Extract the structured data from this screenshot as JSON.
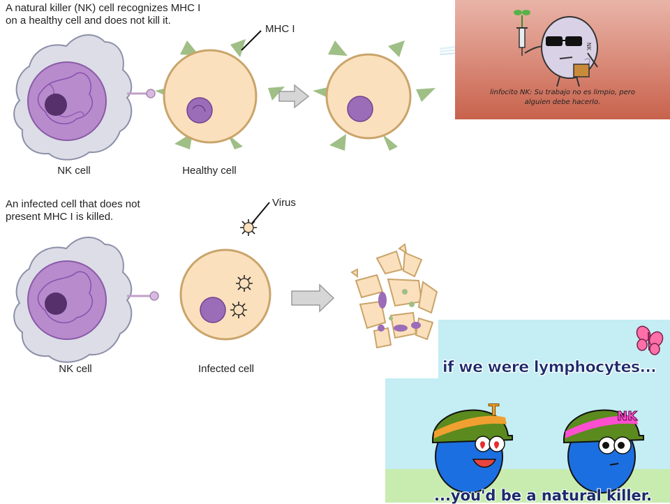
{
  "diagram": {
    "top_text_line1": "A natural killer (NK) cell recognizes MHC I",
    "top_text_line2": "on a healthy cell and does not kill it.",
    "mhc_label": "MHC I",
    "nk_caption_top": "NK cell",
    "healthy_caption": "Healthy cell",
    "bottom_text_line1": "An infected cell that does not",
    "bottom_text_line2": "present MHC I is killed.",
    "virus_label": "Virus",
    "nk_caption_bottom": "NK cell",
    "infected_caption": "Infected cell"
  },
  "meme_nk": {
    "caption_line1": "linfocito NK: Su trabajo no es limpio, pero",
    "caption_line2": "alguien debe hacerlo.",
    "body_text": "NK"
  },
  "comic": {
    "title": "if we were lymphocytes...",
    "t_helmet_label": "T",
    "nk_helmet_label": "NK",
    "bottom_text": "...you'd be a natural killer."
  },
  "colors": {
    "nk_cell_fill": "#dcdde6",
    "nucleus_purple": "#9b6cb8",
    "healthy_cell_fill": "#fbe0bd",
    "mhc_green": "#9fbf86",
    "arrow_gray": "#c9c9c9",
    "comic_navy": "#1b2a6b",
    "comic_blue": "#1c6fe0",
    "helmet_green": "#5b8a1e"
  }
}
